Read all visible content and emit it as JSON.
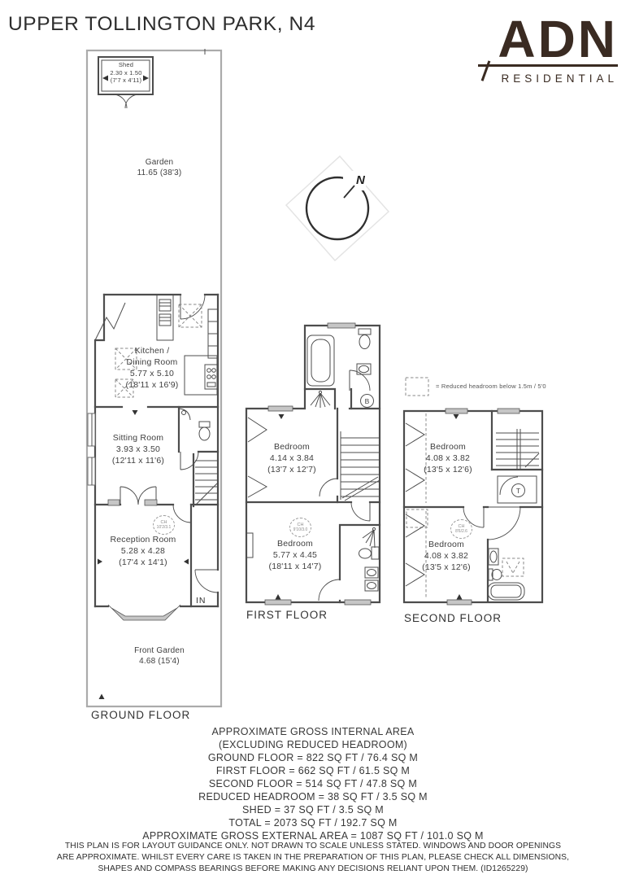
{
  "header": {
    "title": "UPPER TOLLINGTON PARK, N4"
  },
  "logo": {
    "brand": "ADN",
    "sub": "RESIDENTIAL"
  },
  "compass": {
    "north": "N"
  },
  "legend": {
    "text": "= Reduced headroom below 1.5m / 5'0"
  },
  "ground_floor": {
    "label": "GROUND FLOOR",
    "shed": {
      "name": "Shed",
      "metric": "2.30 x 1.50",
      "imperial": "(7'7 x 4'11)"
    },
    "garden": {
      "name": "Garden",
      "size": "11.65 (38'3)"
    },
    "kitchen": {
      "name_line1": "Kitchen /",
      "name_line2": "Dining Room",
      "metric": "5.77 x 5.10",
      "imperial": "(18'11 x 16'9)"
    },
    "sitting_room": {
      "name": "Sitting Room",
      "metric": "3.93 x 3.50",
      "imperial": "(12'11 x 11'6)"
    },
    "reception_room": {
      "name": "Reception Room",
      "metric": "5.28 x 4.28",
      "imperial": "(17'4 x 14'1)",
      "ceiling_height_label": "CH",
      "ceiling_height": "10'2/3.1"
    },
    "front_garden": {
      "name": "Front Garden",
      "size": "4.68 (15'4)"
    },
    "entrance": "IN"
  },
  "first_floor": {
    "label": "FIRST FLOOR",
    "bedroom_front": {
      "name": "Bedroom",
      "metric": "4.14 x 3.84",
      "imperial": "(13'7 x 12'7)"
    },
    "bedroom_rear": {
      "name": "Bedroom",
      "metric": "5.77 x 4.45",
      "imperial": "(18'11 x 14'7)",
      "ceiling_height_label": "CH",
      "ceiling_height": "9'10/3.0"
    },
    "boiler": "B"
  },
  "second_floor": {
    "label": "SECOND FLOOR",
    "bedroom_front": {
      "name": "Bedroom",
      "metric": "4.08 x 3.82",
      "imperial": "(13'5 x 12'6)"
    },
    "bedroom_rear": {
      "name": "Bedroom",
      "metric": "4.08 x 3.82",
      "imperial": "(13'5 x 12'6)",
      "ceiling_height_label": "CH",
      "ceiling_height": "8'6/2.6"
    },
    "tank": "T"
  },
  "summary": {
    "lines": [
      "APPROXIMATE GROSS INTERNAL AREA",
      "(EXCLUDING REDUCED HEADROOM)",
      "GROUND FLOOR = 822 SQ FT / 76.4 SQ M",
      "FIRST FLOOR = 662 SQ FT / 61.5 SQ M",
      "SECOND FLOOR = 514 SQ FT / 47.8 SQ M",
      "REDUCED HEADROOM = 38 SQ FT / 3.5 SQ M",
      "SHED = 37 SQ FT / 3.5 SQ M",
      "TOTAL = 2073 SQ FT / 192.7 SQ M",
      "APPROXIMATE GROSS EXTERNAL AREA = 1087 SQ FT / 101.0 SQ M"
    ]
  },
  "disclaimer": {
    "lines": [
      "THIS PLAN IS FOR LAYOUT GUIDANCE ONLY. NOT DRAWN TO SCALE UNLESS STATED. WINDOWS AND DOOR OPENINGS",
      "ARE APPROXIMATE. WHILST EVERY CARE IS TAKEN IN THE PREPARATION OF THIS PLAN, PLEASE CHECK ALL DIMENSIONS,",
      "SHAPES AND COMPASS BEARINGS BEFORE MAKING ANY DECISIONS RELIANT UPON THEM. (ID1265229)"
    ]
  },
  "colors": {
    "logo": "#3a2b22",
    "wall": "#4d4d4d",
    "boundary": "#ababab",
    "window_fill": "#c6c6c6"
  }
}
